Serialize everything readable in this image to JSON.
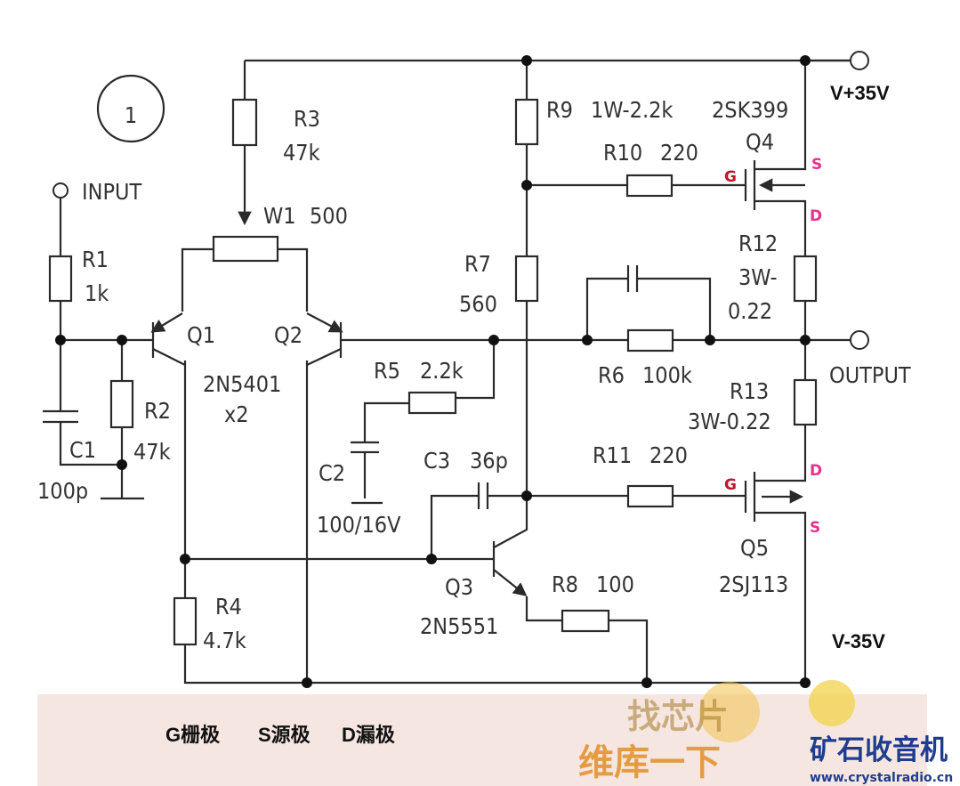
{
  "figure_number": "1",
  "terminals": {
    "input": "INPUT",
    "output": "OUTPUT",
    "vplus": "V+35V",
    "vminus": "V-35V"
  },
  "components": {
    "r1": {
      "name": "R1",
      "value": "1k"
    },
    "r2": {
      "name": "R2",
      "value": "47k"
    },
    "r3": {
      "name": "R3",
      "value": "47k"
    },
    "r4": {
      "name": "R4",
      "value": "4.7k"
    },
    "r5": {
      "name": "R5",
      "value": "2.2k"
    },
    "r6": {
      "name": "R6",
      "value": "100k"
    },
    "r7": {
      "name": "R7",
      "value": "560"
    },
    "r8": {
      "name": "R8",
      "value": "100"
    },
    "r9": {
      "name": "R9",
      "value": "1W-2.2k"
    },
    "r10": {
      "name": "R10",
      "value": "220"
    },
    "r11": {
      "name": "R11",
      "value": "220"
    },
    "r12": {
      "name": "R12",
      "value_line1": "3W-",
      "value_line2": "0.22"
    },
    "r13": {
      "name": "R13",
      "value": "3W-0.22"
    },
    "w1": {
      "name": "W1",
      "value": "500"
    },
    "c1": {
      "name": "C1",
      "value": "100p"
    },
    "c2": {
      "name": "C2",
      "value": "100/16V"
    },
    "c3": {
      "name": "C3",
      "value": "36p"
    },
    "q1": {
      "name": "Q1"
    },
    "q2": {
      "name": "Q2"
    },
    "q12_part": "2N5401",
    "q12_qty": "x2",
    "q3": {
      "name": "Q3",
      "part": "2N5551"
    },
    "q4": {
      "name": "Q4",
      "part": "2SK399"
    },
    "q5": {
      "name": "Q5",
      "part": "2SJ113"
    }
  },
  "pin_marks": {
    "q4_gate": "G",
    "q4_source": "S",
    "q4_drain": "D",
    "q5_gate": "G",
    "q5_drain": "D",
    "q5_source": "S"
  },
  "legend": {
    "gate": "G栅极",
    "source": "S源极",
    "drain": "D漏极"
  },
  "watermarks": {
    "chip_text": "找芯片",
    "wiki_text": "维库一下",
    "site_name": "矿石收音机",
    "site_url": "www.crystalradio.cn"
  },
  "colors": {
    "wire": "#2a2a2a",
    "gate_mark": "#c0152a",
    "source_drain_mark": "#e8308c",
    "legend_band": "#f6e6e1",
    "site_name": "#1e3d8f"
  }
}
